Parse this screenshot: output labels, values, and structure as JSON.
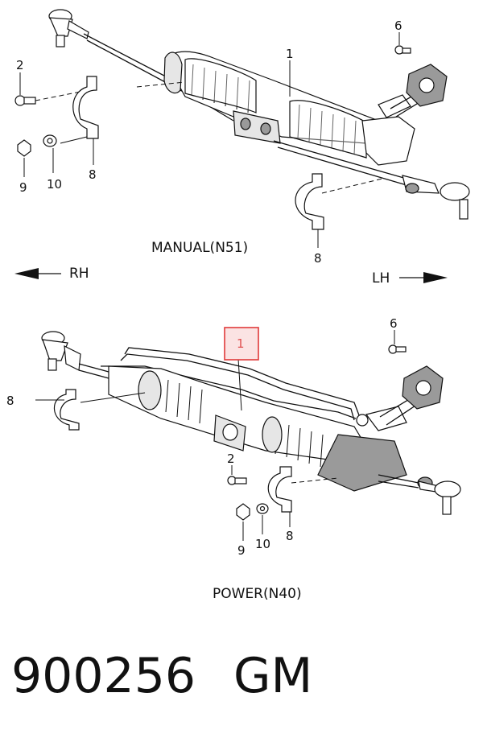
{
  "diagram": {
    "manual": {
      "caption": "MANUAL(N51)",
      "labels": [
        "1",
        "2",
        "6",
        "8",
        "8",
        "9",
        "10"
      ]
    },
    "direction": {
      "rh": "RH",
      "lh": "LH"
    },
    "power": {
      "caption": "POWER(N40)",
      "highlight_label": "1",
      "labels": [
        "6",
        "8",
        "2",
        "8",
        "9",
        "10"
      ]
    },
    "highlight_color": "#e03a3a"
  },
  "footer": {
    "part_number": "900256",
    "brand": "GM"
  }
}
